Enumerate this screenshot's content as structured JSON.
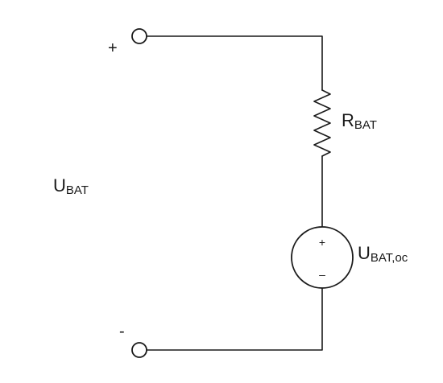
{
  "labels": {
    "terminal_plus": "+",
    "terminal_minus": "-",
    "voltage_main": "U",
    "voltage_sub": "BAT",
    "resistor_main": "R",
    "resistor_sub": "BAT",
    "source_main": "U",
    "source_sub": "BAT,oc",
    "source_plus": "+",
    "source_minus": "–"
  },
  "colors": {
    "stroke": "#1a1a1a",
    "background": "#ffffff"
  }
}
